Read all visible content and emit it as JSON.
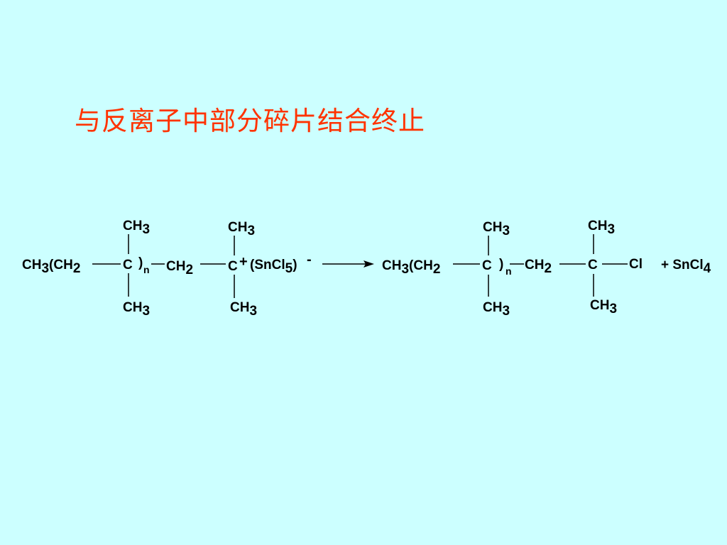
{
  "title": "与反离子中部分碎片结合终止",
  "reactant": {
    "chain_start": "CH3(CH2",
    "center_atom": "C",
    "repeat_paren": ")",
    "repeat_sub": "n",
    "methylene": "CH2",
    "carbocation": "C",
    "charge": "+",
    "counterion": "(SnCl5)",
    "counterion_charge": "-",
    "methyl": "CH3"
  },
  "product": {
    "chain_start": "CH3(CH2",
    "center_atom": "C",
    "repeat_paren": ")",
    "repeat_sub": "n",
    "methylene": "CH2",
    "end_carbon": "C",
    "chlorine": "Cl",
    "byproduct": "+ SnCl4",
    "methyl": "CH3"
  }
}
